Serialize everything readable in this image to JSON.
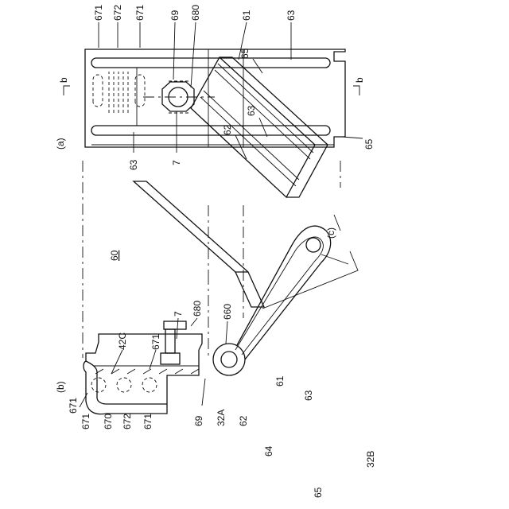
{
  "figure": {
    "ref_60": "60",
    "view_a": {
      "tag": "(a)",
      "section_mark_top": "b",
      "section_mark_bottom": "b",
      "labels": {
        "l671a": "671",
        "l672": "672",
        "l671b": "671",
        "l69": "69",
        "l680": "680",
        "l61": "61",
        "l63a": "63",
        "l63b": "63",
        "l7": "7",
        "l65": "65"
      }
    },
    "view_b": {
      "tag": "(b)",
      "labels": {
        "l671a": "671",
        "l42C": "42C",
        "l671b": "671",
        "l7": "7",
        "l680": "680",
        "l660": "660",
        "l671c": "671",
        "l670": "670",
        "l672": "672",
        "l671d": "671",
        "l69": "69",
        "l32A": "32A",
        "l62": "62",
        "l64": "64",
        "l61": "61",
        "l63": "63",
        "l65": "65",
        "l32B": "32B"
      }
    },
    "view_c": {
      "tag": "(c)",
      "labels": {
        "l62": "62",
        "l63": "63",
        "l65": "65"
      }
    }
  }
}
